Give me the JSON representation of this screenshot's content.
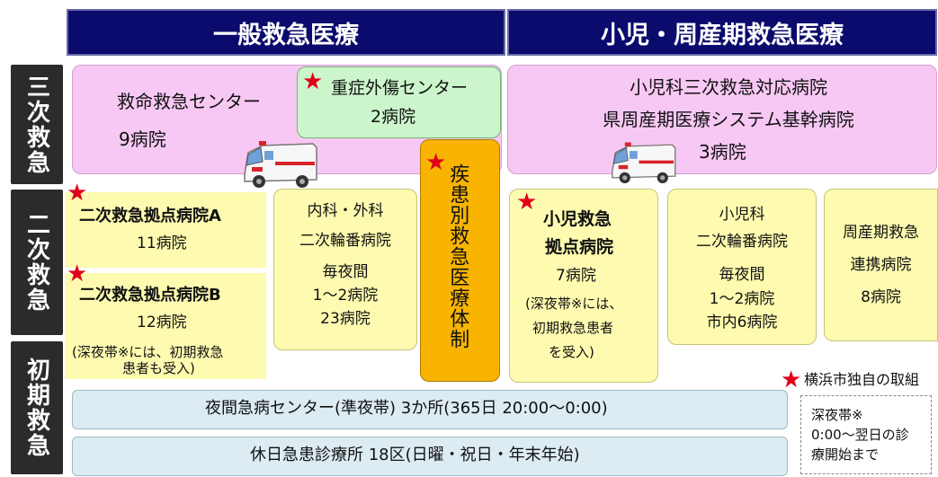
{
  "headers": {
    "general": "一般救急医療",
    "pediatric": "小児・周産期救急医療"
  },
  "levels": {
    "tertiary": "三次救急",
    "secondary": "二次救急",
    "primary": "初期救急"
  },
  "tertiary": {
    "critical_center_name": "救命救急センター",
    "critical_center_count": "9病院",
    "trauma_center_name": "重症外傷センター",
    "trauma_center_count": "2病院",
    "pediatric_line1": "小児科三次救急対応病院",
    "pediatric_line2": "県周産期医療システム基幹病院",
    "pediatric_count": "3病院"
  },
  "disease_system": {
    "label": "疾患別救急医療体制"
  },
  "secondary": {
    "hub_a_name": "二次救急拠点病院A",
    "hub_a_count": "11病院",
    "hub_b_name": "二次救急拠点病院B",
    "hub_b_count": "12病院",
    "hub_b_note1": "(深夜帯※には、初期救急",
    "hub_b_note2": "患者も受入)",
    "rotation_line1": "内科・外科",
    "rotation_line2": "二次輪番病院",
    "rotation_line3": "毎夜間",
    "rotation_line4": "1〜2病院",
    "rotation_line5": "23病院",
    "ped_hub_line1": "小児救急",
    "ped_hub_line2": "拠点病院",
    "ped_hub_count": "7病院",
    "ped_hub_note1": "(深夜帯※には、",
    "ped_hub_note2": "初期救急患者",
    "ped_hub_note3": "を受入)",
    "ped_rot_line1": "小児科",
    "ped_rot_line2": "二次輪番病院",
    "ped_rot_line3": "毎夜間",
    "ped_rot_line4": "1〜2病院",
    "ped_rot_line5": "市内6病院",
    "perinatal_line1": "周産期救急",
    "perinatal_line2": "連携病院",
    "perinatal_count": "8病院"
  },
  "primary": {
    "night_center": "夜間急病センター(準夜帯) 3か所(365日 20:00〜0:00)",
    "holiday_clinic": "休日急患診療所 18区(日曜・祝日・年末年始)"
  },
  "legend": {
    "star_label": "横浜市独自の取組",
    "note_line1": "深夜帯※",
    "note_line2": "0:00〜翌日の診",
    "note_line3": "療開始まで"
  },
  "colors": {
    "header": "#0b0b6e",
    "level": "#2b2b2b",
    "tertiary": "#f8c8f4",
    "trauma": "#ccf5cc",
    "secondary": "#fefbb0",
    "disease": "#f8b400",
    "primary": "#dcecf2",
    "star": "#e0001a"
  },
  "icons": [
    "star-icon",
    "ambulance-icon"
  ]
}
